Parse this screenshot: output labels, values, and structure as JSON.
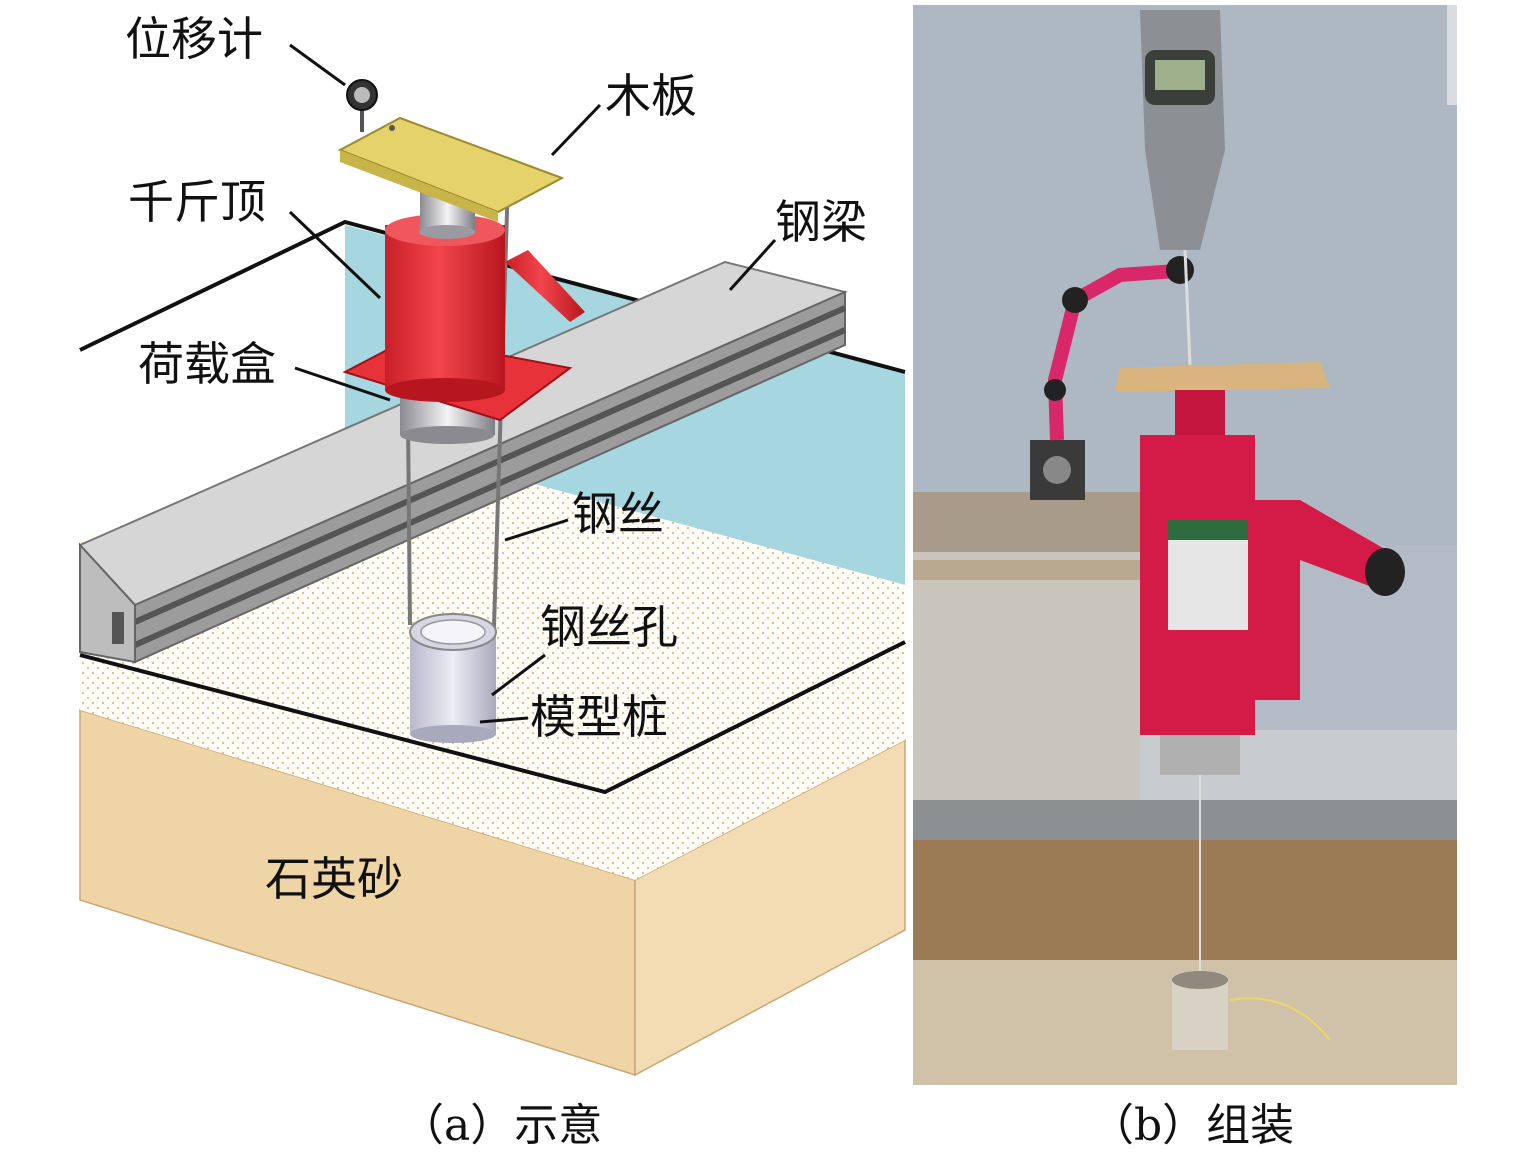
{
  "panel_a": {
    "caption": "（a）示意",
    "labels": {
      "dial_gauge": "位移计",
      "wood_board": "木板",
      "jack": "千斤顶",
      "steel_beam": "钢梁",
      "load_cell": "荷载盒",
      "steel_wire": "钢丝",
      "wire_hole": "钢丝孔",
      "model_pile": "模型桩",
      "quartz_sand": "石英砂"
    }
  },
  "panel_b": {
    "caption": "（b）组装"
  },
  "colors": {
    "jack_red": "#e8323a",
    "board_yellow": "#e6d26a",
    "sand_tan": "#efd4a6",
    "water_blue": "#a6d6df",
    "beam_grey": "#cfcfcf"
  }
}
